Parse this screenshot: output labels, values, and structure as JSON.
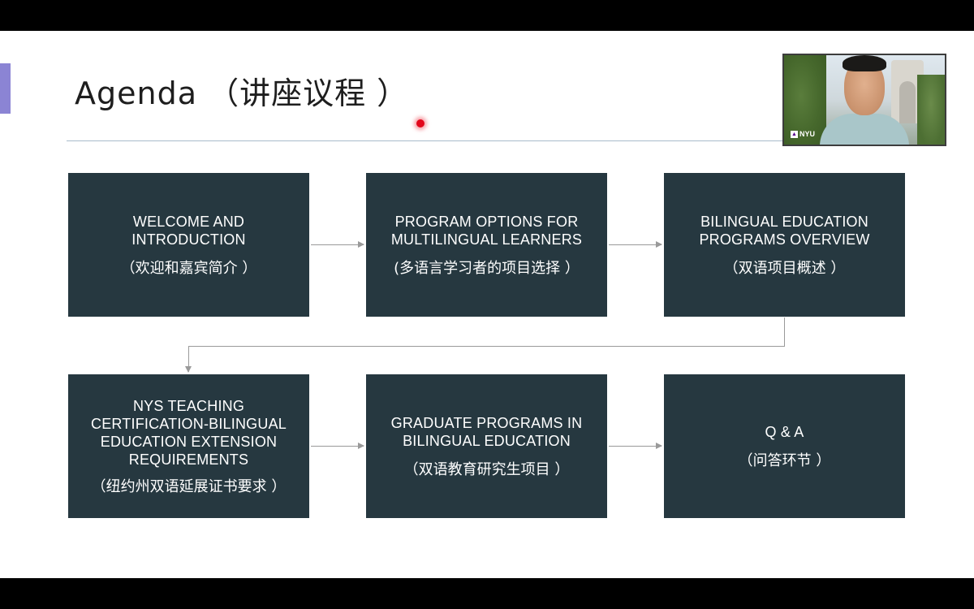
{
  "slide": {
    "title": "Agenda （讲座议程 ）",
    "accent_color": "#8b84d4",
    "box_color": "#263840",
    "laser_color": "#e2071b"
  },
  "webcam": {
    "logo_text": "NYU",
    "logo_mark": "▲"
  },
  "agenda_items": [
    {
      "en": "WELCOME AND INTRODUCTION",
      "zh": "（欢迎和嘉宾简介 ）"
    },
    {
      "en": "PROGRAM OPTIONS FOR MULTILINGUAL LEARNERS",
      "zh": "(多语言学习者的项目选择 ）"
    },
    {
      "en": "BILINGUAL EDUCATION PROGRAMS OVERVIEW",
      "zh": "（双语项目概述 ）"
    },
    {
      "en": "NYS TEACHING CERTIFICATION-BILINGUAL EDUCATION EXTENSION REQUIREMENTS",
      "zh": "（纽约州双语延展证书要求 ）"
    },
    {
      "en": "GRADUATE PROGRAMS IN BILINGUAL EDUCATION",
      "zh": "（双语教育研究生项目 ）"
    },
    {
      "en": "Q & A",
      "zh": "（问答环节 ）"
    }
  ]
}
